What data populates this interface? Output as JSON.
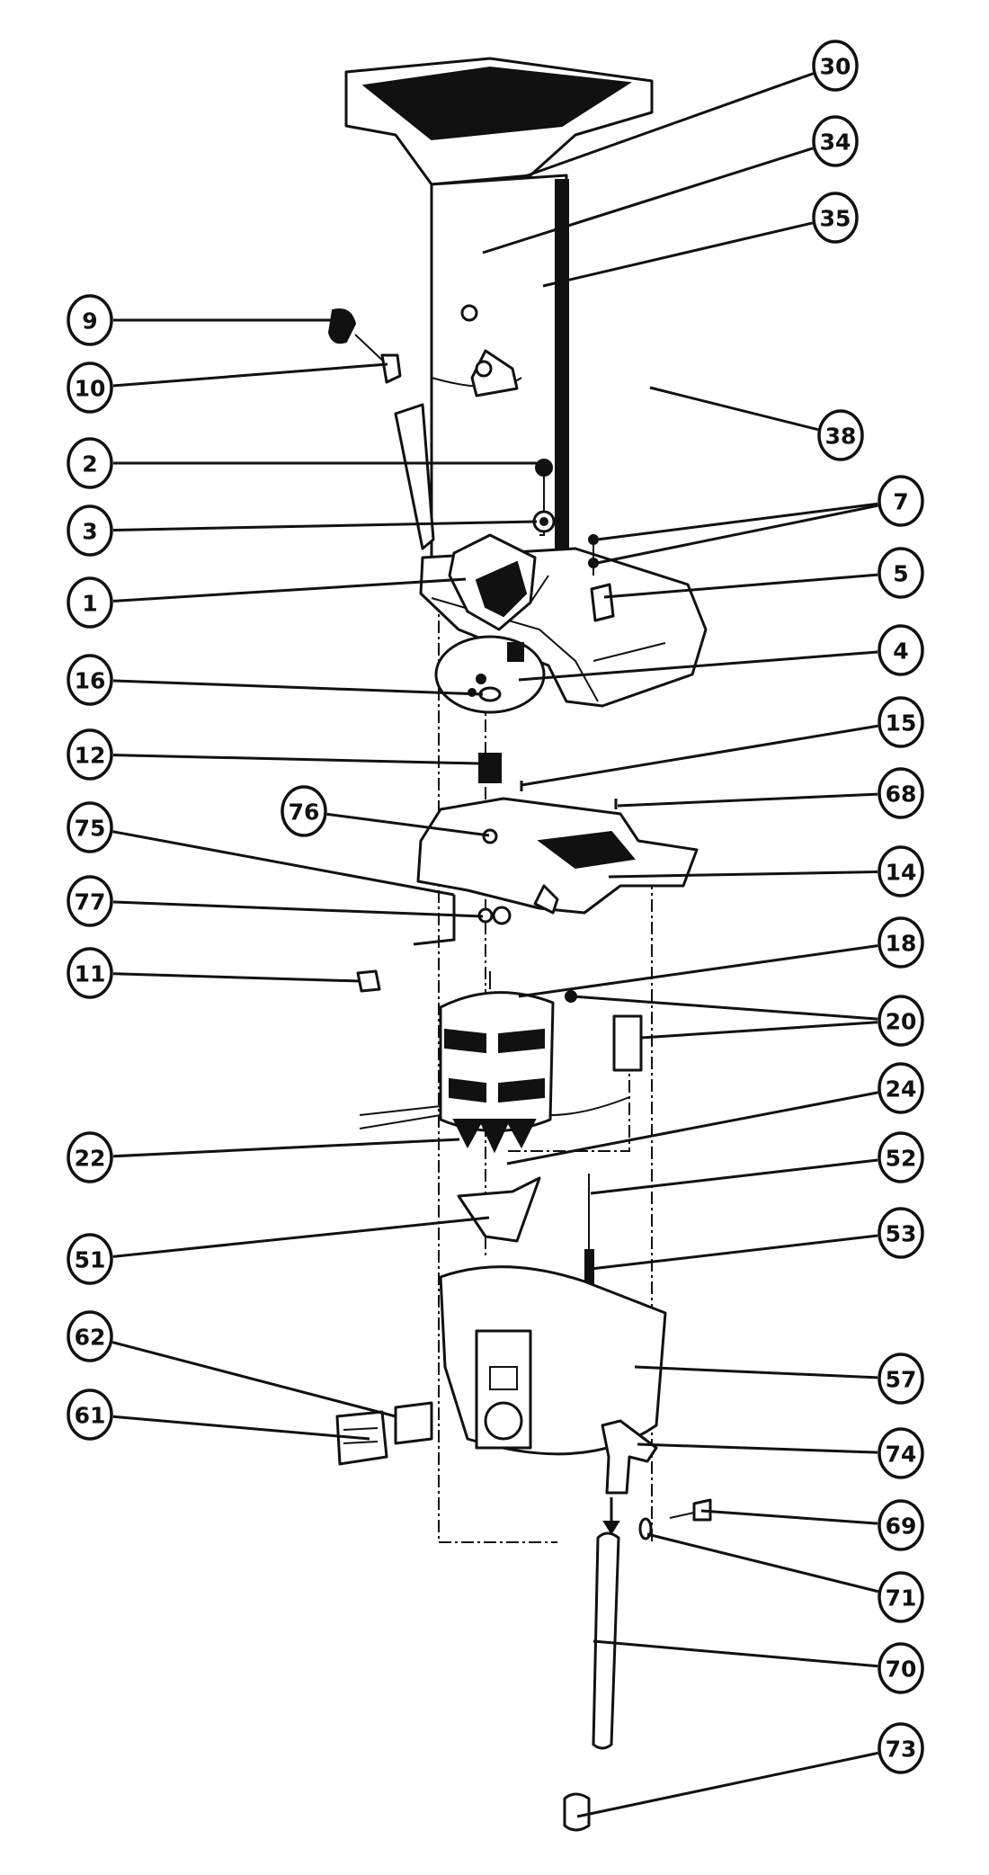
{
  "diagram": {
    "type": "exploded parts diagram",
    "callouts": [
      "30",
      "34",
      "35",
      "9",
      "10",
      "38",
      "2",
      "3",
      "7",
      "5",
      "1",
      "4",
      "16",
      "15",
      "12",
      "68",
      "76",
      "75",
      "14",
      "77",
      "11",
      "18",
      "20",
      "24",
      "22",
      "52",
      "51",
      "53",
      "62",
      "57",
      "61",
      "74",
      "69",
      "71",
      "70",
      "73"
    ]
  }
}
